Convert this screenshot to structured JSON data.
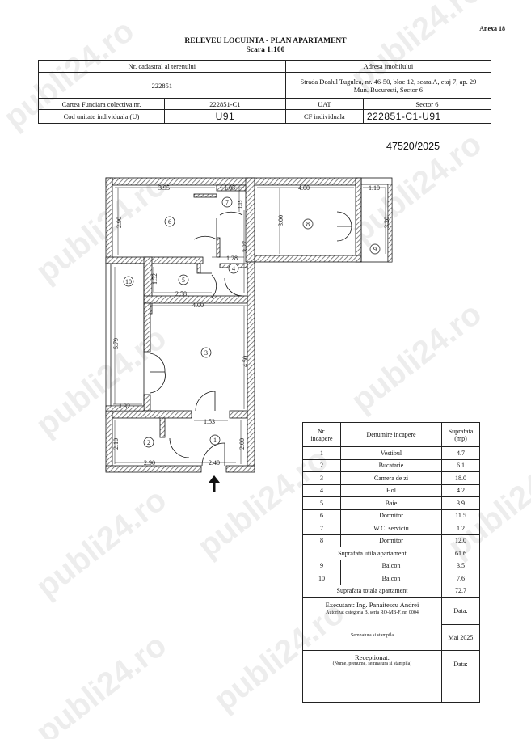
{
  "annex": "Anexa 18",
  "title": {
    "line1": "RELEVEU LOCUINTA - PLAN APARTAMENT",
    "line2": "Scara 1:100"
  },
  "header": {
    "cadastral_label": "Nr. cadastral al terenului",
    "address_label": "Adresa imobilului",
    "cadastral_value": "222851",
    "address_line1": "Strada Dealul Tugulea, nr. 46-50, bloc 12, scara A, etaj 7, ap. 29",
    "address_line2": "Mun. Bucuresti, Sector 6",
    "carte_label": "Cartea Funciara colectiva nr.",
    "carte_value": "222851-C1",
    "uat_label": "UAT",
    "uat_value": "Sector 6",
    "cod_label": "Cod unitate individuala (U)",
    "cod_value": "U91",
    "cf_label": "CF individuala",
    "cf_value": "222851-C1-U91"
  },
  "registration_number": "47520/2025",
  "plan": {
    "dimensions": [
      "3.95",
      "1.05",
      "1.15",
      "4.00",
      "1.10",
      "2.90",
      "3.00",
      "3.20",
      "3.27",
      "1.28",
      "1.52",
      "2.58",
      "4.00",
      "5.79",
      "4.50",
      "1.32",
      "1.53",
      "2.10",
      "2.00",
      "2.90",
      "2.40"
    ],
    "room_numbers": [
      "1",
      "2",
      "3",
      "4",
      "5",
      "6",
      "7",
      "8",
      "9",
      "10"
    ]
  },
  "rooms_table": {
    "headers": {
      "nr_line1": "Nr.",
      "nr_line2": "incapere",
      "name": "Denumire incapere",
      "area_line1": "Suprafata",
      "area_line2": "(mp)"
    },
    "rows": [
      {
        "nr": "1",
        "name": "Vestibul",
        "area": "4.7"
      },
      {
        "nr": "2",
        "name": "Bucatarie",
        "area": "6.1"
      },
      {
        "nr": "3",
        "name": "Camera de zi",
        "area": "18.0"
      },
      {
        "nr": "4",
        "name": "Hol",
        "area": "4.2"
      },
      {
        "nr": "5",
        "name": "Baie",
        "area": "3.9"
      },
      {
        "nr": "6",
        "name": "Dormitor",
        "area": "11.5"
      },
      {
        "nr": "7",
        "name": "W.C. serviciu",
        "area": "1.2"
      },
      {
        "nr": "8",
        "name": "Dormitor",
        "area": "12.0"
      }
    ],
    "utila_label": "Suprafata utila apartament",
    "utila_value": "61.6",
    "balconies": [
      {
        "nr": "9",
        "name": "Balcon",
        "area": "3.5"
      },
      {
        "nr": "10",
        "name": "Balcon",
        "area": "7.6"
      }
    ],
    "totala_label": "Suprafata totala apartament",
    "totala_value": "72.7",
    "executant": "Executant: Ing. Panaitescu Andrei",
    "autorizat": "Autorizat categoria B, seria RO-MB-F, nr. 0004",
    "semnatura": "Semnatura si stampila",
    "data_label": "Data:",
    "date_value": "Mai 2025",
    "receptionat": "Receptionat:",
    "receptionat_sub": "(Nume, prenume, semnatura si stampila)",
    "data_label2": "Data:"
  },
  "watermark": "publi24.ro"
}
